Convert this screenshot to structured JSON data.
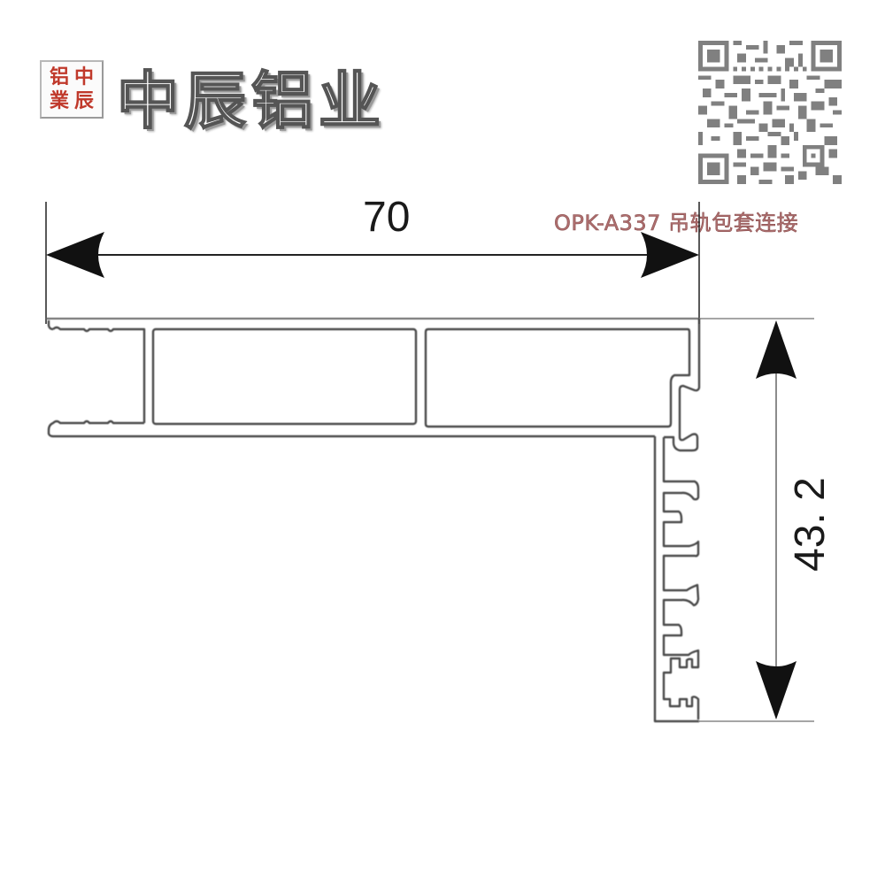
{
  "brand": {
    "seal_chars": [
      "铝",
      "中",
      "業",
      "辰"
    ],
    "title": "中辰铝业",
    "seal_color": "#c0392b"
  },
  "qr_code": {
    "label": "qr-code"
  },
  "product": {
    "model": "OPK-A337",
    "name": "吊轨包套连接",
    "label": "OPK-A337  吊轨包套连接",
    "label_color": "#b07070"
  },
  "dimensions": {
    "width": "70",
    "height": "43. 2"
  },
  "colors": {
    "profile_stroke": "#555555",
    "dimension_line": "#222222",
    "background": "#ffffff"
  }
}
